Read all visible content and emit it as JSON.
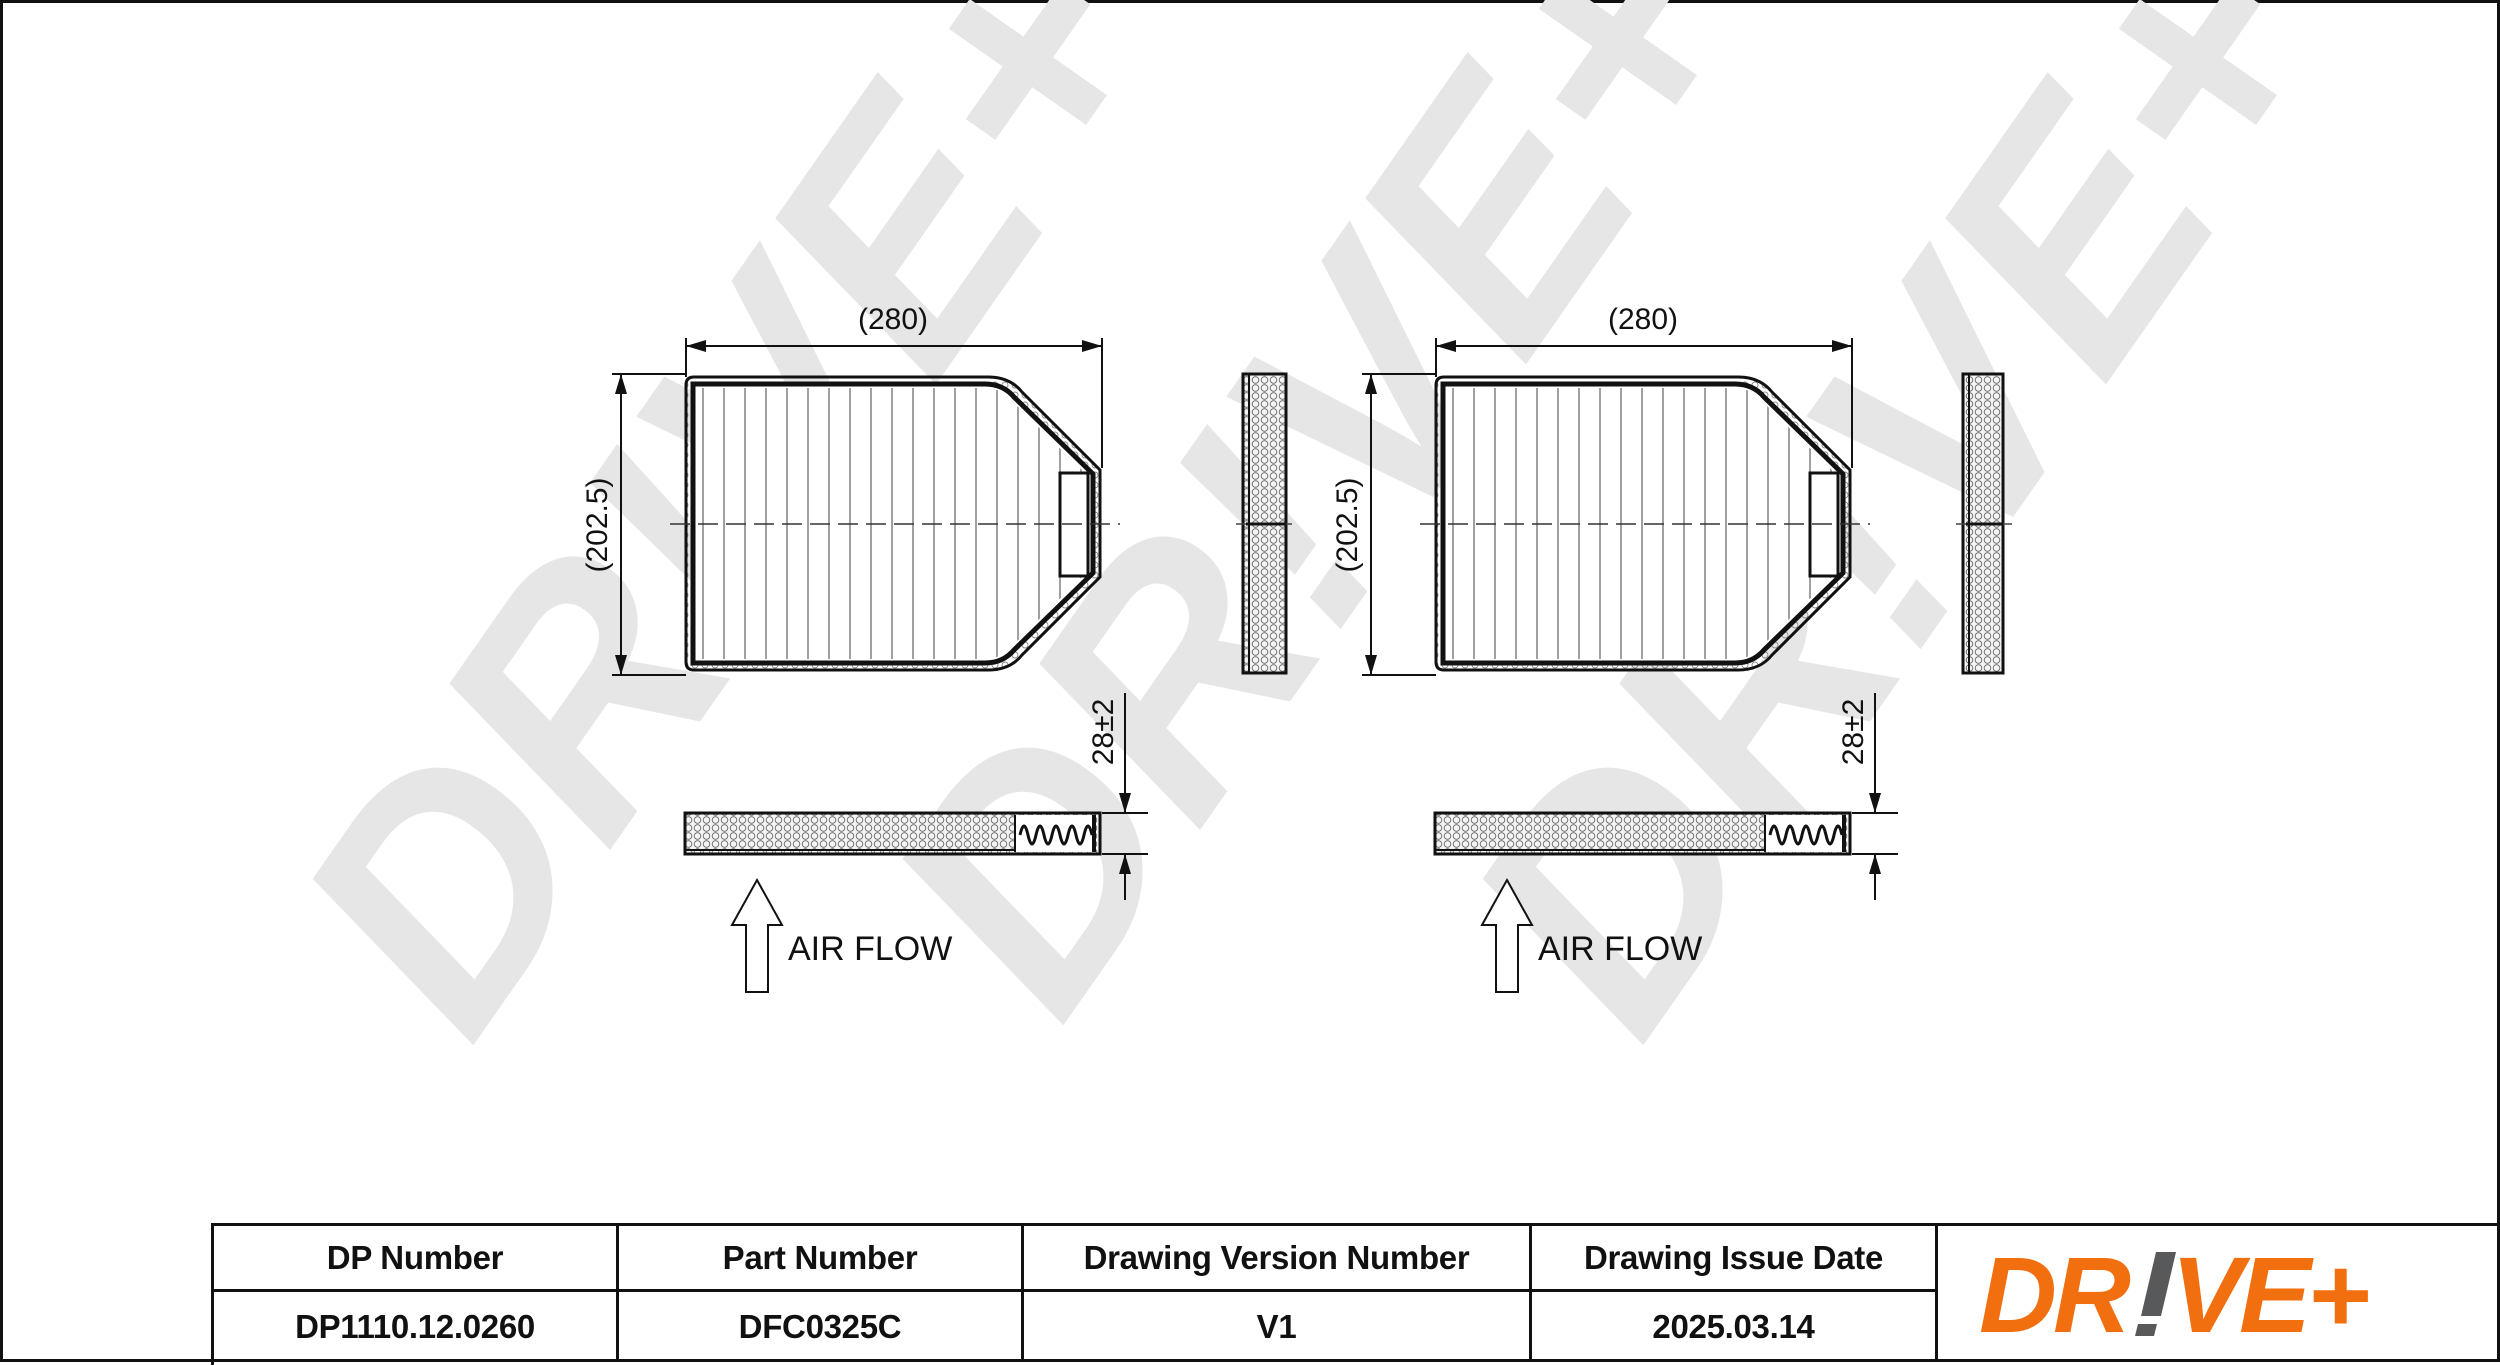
{
  "drawing": {
    "views": [
      {
        "id": "left",
        "width_dim": "(280)",
        "height_dim": "(202.5)",
        "thickness_dim": "28±2",
        "airflow_label": "AIR FLOW"
      },
      {
        "id": "right",
        "width_dim": "(280)",
        "height_dim": "(202.5)",
        "thickness_dim": "28±2",
        "airflow_label": "AIR FLOW"
      }
    ],
    "watermark_text": "DR!VE+",
    "watermark_color": "#e6e6e6"
  },
  "title_block": {
    "headers": [
      "DP Number",
      "Part Number",
      "Drawing Version Number",
      "Drawing Issue Date"
    ],
    "values": [
      "DP1110.12.0260",
      "DFC0325C",
      "V1",
      "2025.03.14"
    ]
  },
  "logo": {
    "text_left": "DR",
    "text_bang": "!",
    "text_right": "VE+",
    "primary_color": "#f26f0f",
    "accent_color": "#58595b"
  }
}
